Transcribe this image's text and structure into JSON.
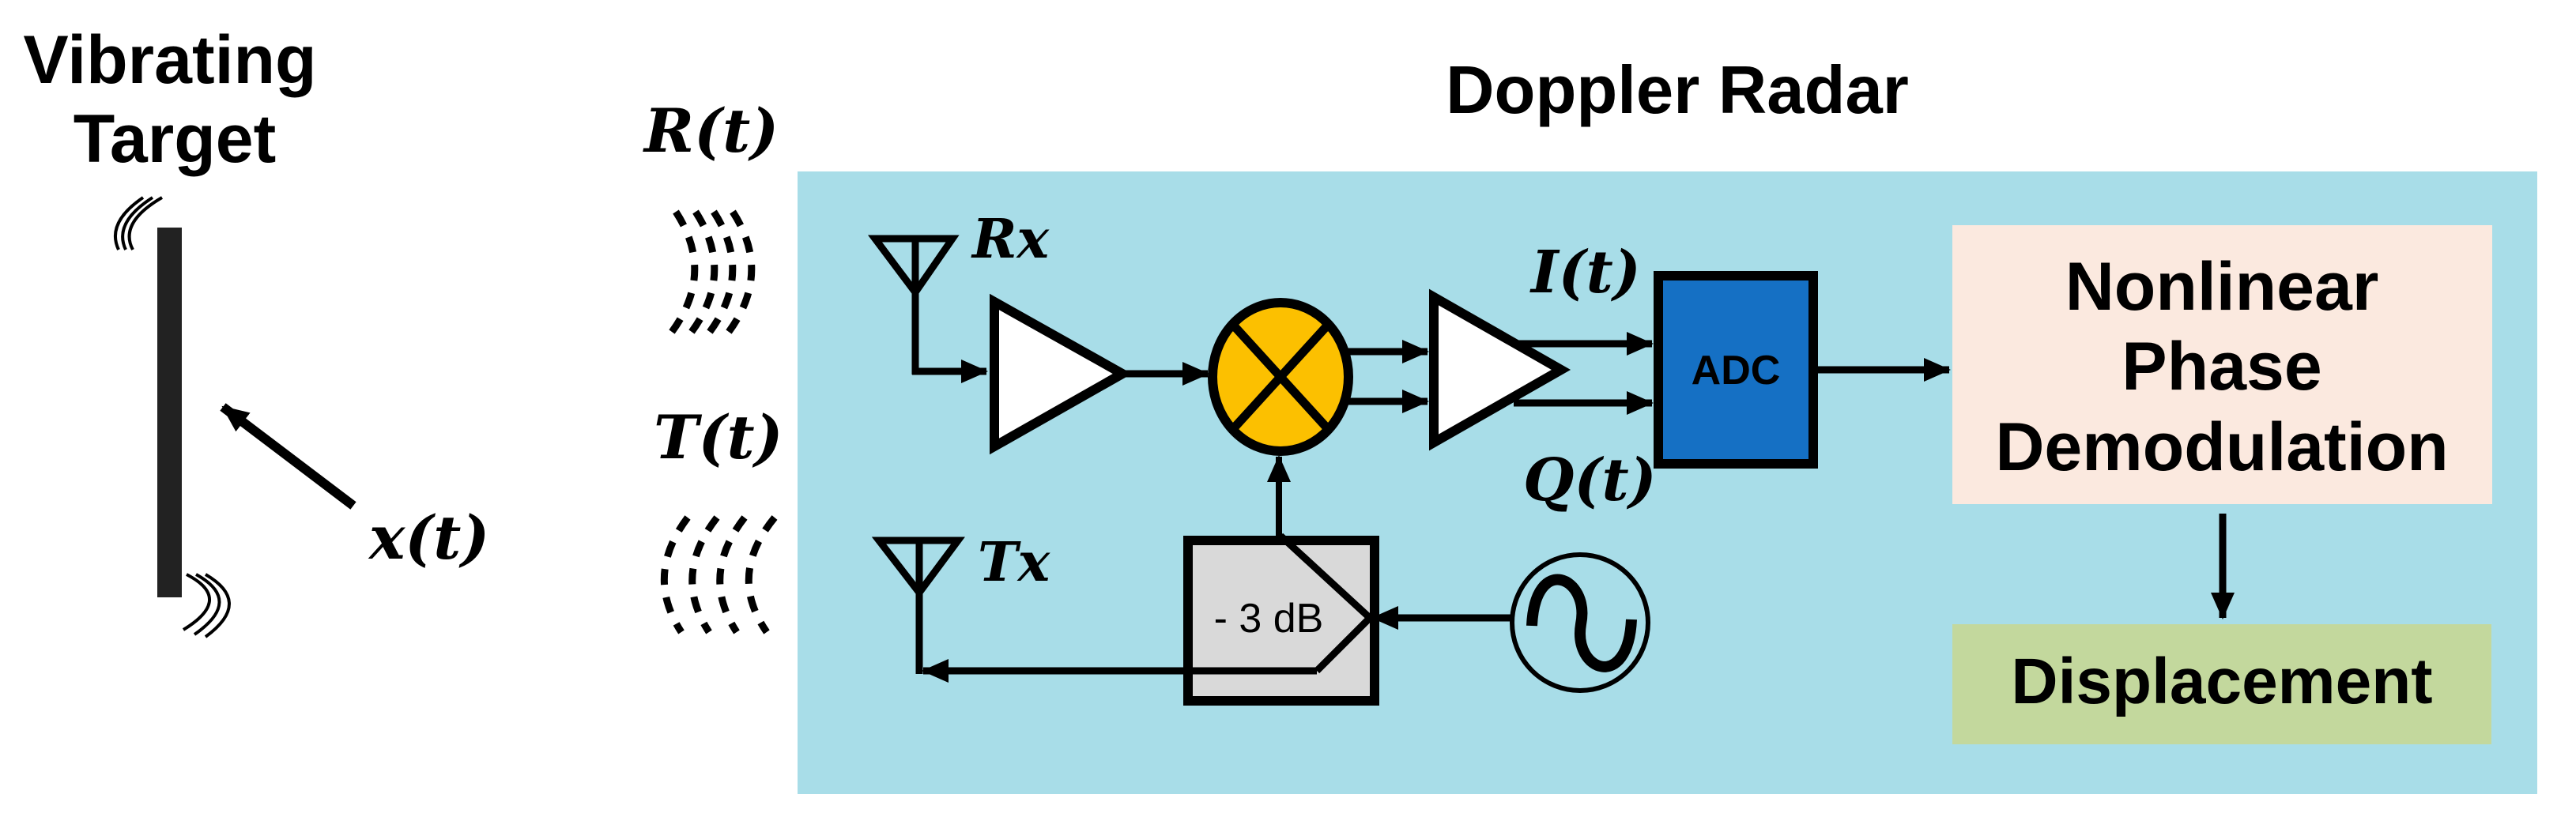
{
  "left_panel": {
    "title_line1": "Vibrating",
    "title_line2": "Target",
    "displacement_symbol": "x(t)"
  },
  "radar": {
    "title": "Doppler Radar",
    "received_signal": "R(t)",
    "transmitted_signal": "T(t)",
    "rx_label": "Rx",
    "tx_label": "Tx",
    "i_label": "I(t)",
    "q_label": "Q(t)",
    "adc_label": "ADC",
    "splitter_label": "- 3 dB",
    "demod_lines": [
      "Nonlinear",
      "Phase",
      "Demodulation"
    ],
    "output_label": "Displacement"
  },
  "colors": {
    "radar_background": "#a8dde8",
    "mixer_fill": "#fcc000",
    "adc_fill": "#1570c4",
    "splitter_fill": "#d9d9d9",
    "demod_fill": "#fbe9df",
    "output_fill": "#c3d89d",
    "target_bar": "#222222"
  }
}
